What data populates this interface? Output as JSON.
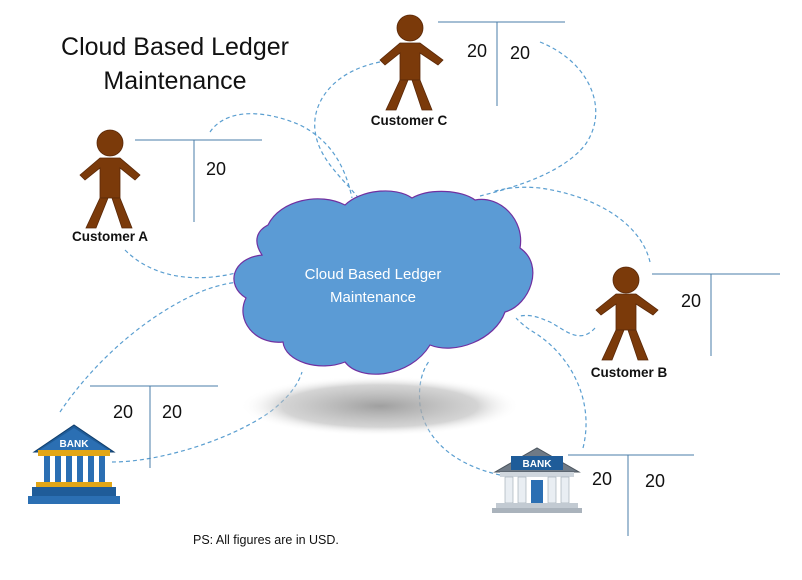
{
  "title_line1": "Cloud Based Ledger",
  "title_line2": "Maintenance",
  "cloud": {
    "line1": "Cloud Based Ledger",
    "line2": "Maintenance"
  },
  "customers": {
    "a": {
      "label": "Customer A",
      "value": "20"
    },
    "b": {
      "label": "Customer B",
      "value": "20"
    },
    "c": {
      "label": "Customer C",
      "left": "20",
      "right": "20"
    }
  },
  "banks": {
    "left": {
      "sign": "BANK",
      "left": "20",
      "right": "20"
    },
    "right": {
      "sign": "BANK",
      "left": "20",
      "right": "20"
    }
  },
  "footnote": "PS: All figures are in USD.",
  "colors": {
    "cloud_fill": "#5b9bd5",
    "cloud_stroke": "#7030a0",
    "person": "#7b3a0a",
    "ledger_line": "#4a7ea8",
    "connector": "#5a9ed0",
    "bank_blue": "#1f5c99",
    "bank_gold": "#e2a617"
  }
}
